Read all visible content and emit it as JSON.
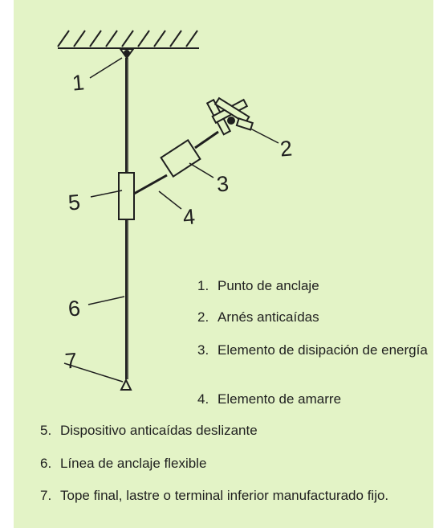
{
  "callouts": {
    "c1": "1",
    "c2": "2",
    "c3": "3",
    "c4": "4",
    "c5": "5",
    "c6": "6",
    "c7": "7"
  },
  "legend": [
    {
      "num": "1.",
      "text": "Punto de anclaje"
    },
    {
      "num": "2.",
      "text": "Arnés anticaídas"
    },
    {
      "num": "3.",
      "text": "Elemento de disipación de energía"
    },
    {
      "num": "4.",
      "text": "Elemento de amarre"
    },
    {
      "num": "5.",
      "text": "Dispositivo anticaídas deslizante"
    },
    {
      "num": "6.",
      "text": "Línea de anclaje flexible"
    },
    {
      "num": "7.",
      "text": "Tope final, lastre o terminal inferior manufacturado fijo."
    }
  ],
  "colors": {
    "background": "#e3f3c6",
    "ink": "#1f1f1f"
  }
}
